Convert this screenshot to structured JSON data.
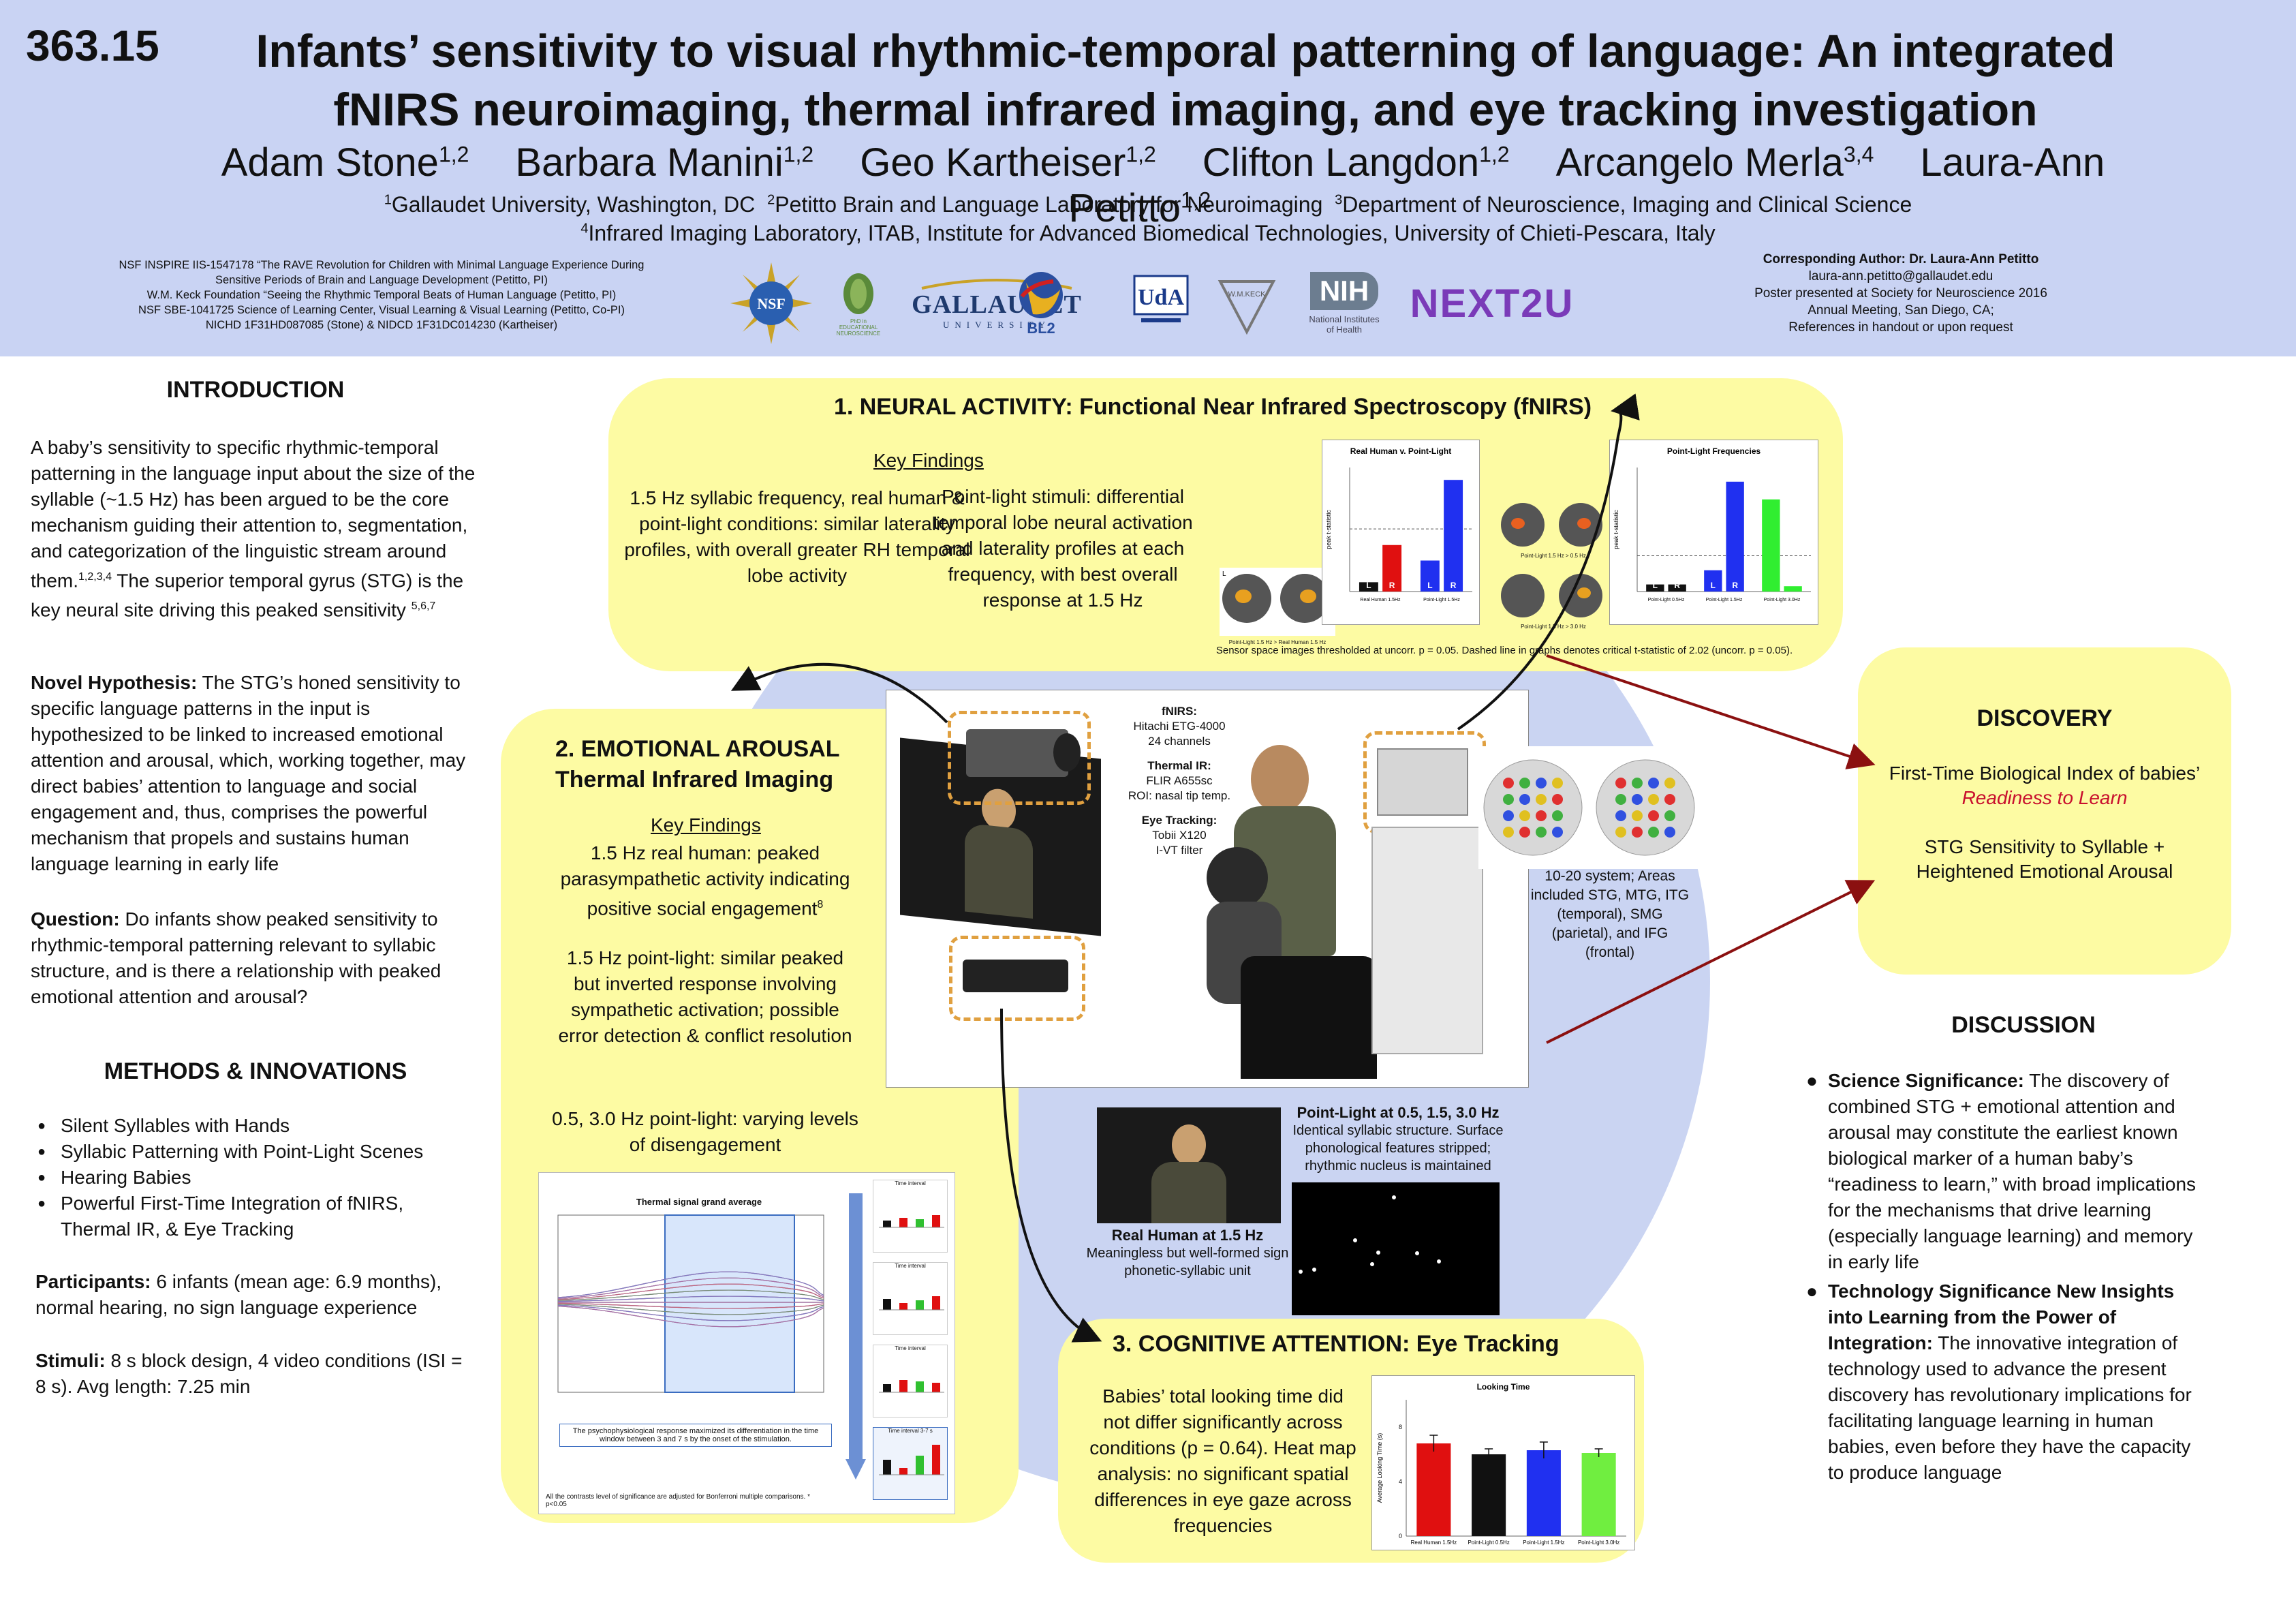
{
  "header": {
    "poster_number": "363.15",
    "title_line1": "Infants’ sensitivity to visual rhythmic-temporal patterning of language: An integrated",
    "title_line2": "fNIRS neuroimaging, thermal infrared imaging, and eye tracking investigation",
    "authors": [
      {
        "name": "Adam Stone",
        "sup": "1,2"
      },
      {
        "name": "Barbara Manini",
        "sup": "1,2"
      },
      {
        "name": "Geo Kartheiser",
        "sup": "1,2"
      },
      {
        "name": "Clifton Langdon",
        "sup": "1,2"
      },
      {
        "name": "Arcangelo Merla",
        "sup": "3,4"
      },
      {
        "name": "Laura-Ann Petitto",
        "sup": "1,2"
      }
    ],
    "affil_line1": [
      {
        "sup": "1",
        "text": "Gallaudet University, Washington, DC  "
      },
      {
        "sup": "2",
        "text": "Petitto Brain and Language Laboratory for Neuroimaging  "
      },
      {
        "sup": "3",
        "text": "Department of Neuroscience, Imaging and Clinical Science"
      }
    ],
    "affil_line2": {
      "sup": "4",
      "text": "Infrared Imaging Laboratory, ITAB, Institute for Advanced Biomedical Technologies, University of Chieti-Pescara, Italy"
    },
    "funding": [
      "NSF INSPIRE IIS-1547178 “The RAVE Revolution for Children with Minimal Language Experience During",
      "Sensitive Periods of Brain and Language Development (Petitto, PI)",
      "W.M. Keck Foundation “Seeing the Rhythmic Temporal Beats of Human Language (Petitto, PI)",
      "NSF SBE-1041725 Science of Learning Center, Visual Learning & Visual Learning (Petitto, Co-PI)",
      "NICHD 1F31HD087085 (Stone) & NIDCD 1F31DC014230 (Kartheiser)"
    ],
    "contact": {
      "title": "Corresponding Author: Dr. Laura-Ann Petitto",
      "lines": [
        "laura-ann.petitto@gallaudet.edu",
        "Poster presented at Society for Neuroscience 2016",
        "Annual Meeting, San Diego, CA;",
        "References in handout or upon request"
      ]
    },
    "logos": {
      "nsf": "NSF",
      "pen": "PhD in EDUCATIONAL NEUROSCIENCE",
      "gallaudet": "GALLAUDET",
      "gallaudet_sub": "UNIVERSITY",
      "bl2": "BL2",
      "uda": "UdA",
      "keck": "W.M.KECK",
      "nih": "NIH",
      "nih_sub1": "National Institutes",
      "nih_sub2": "of Health",
      "next2u": "NEXT2U"
    }
  },
  "intro": {
    "heading": "INTRODUCTION",
    "p1": "A baby’s sensitivity to specific rhythmic-temporal patterning in the language input about the size of the syllable (~1.5 Hz) has been argued to be the core mechanism guiding their attention to, segmentation, and categorization of the linguistic stream around them.",
    "p1_sup": "1,2,3,4",
    "p1b": " The superior temporal gyrus (STG) is the key neural site driving this peaked sensitivity ",
    "p1b_sup": "5,6,7",
    "hyp_label": "Novel Hypothesis:",
    "hyp_text": " The STG’s honed sensitivity to specific language patterns in the input is hypothesized to be linked to increased emotional attention and arousal, which, working together, may direct babies’ attention to language and social engagement and, thus, comprises the powerful mechanism that propels and sustains human language learning in early life",
    "q_label": "Question:",
    "q_text": " Do infants show peaked sensitivity to rhythmic-temporal patterning relevant to syllabic structure, and is there a relationship with peaked emotional attention and arousal?"
  },
  "methods": {
    "heading": "METHODS & INNOVATIONS",
    "bullets": [
      "Silent Syllables with Hands",
      "Syllabic Patterning with Point-Light Scenes",
      "Hearing Babies",
      "Powerful First-Time Integration of fNIRS, Thermal IR, & Eye Tracking"
    ],
    "part_label": "Participants:",
    "part_text": " 6 infants (mean age: 6.9 months), normal hearing, no sign language experience",
    "stim_label": "Stimuli:",
    "stim_text": " 8 s block design, 4 video conditions (ISI = 8 s). Avg length: 7.25 min"
  },
  "neural": {
    "heading": "1. NEURAL ACTIVITY: Functional Near Infrared Spectroscopy (fNIRS)",
    "key_findings": "Key Findings",
    "finding1": "1.5 Hz syllabic frequency, real human & point-light conditions: similar laterality profiles, with overall greater RH temporal lobe activity",
    "finding2": "Point-light stimuli: differential temporal lobe neural activation and laterality profiles at each frequency, with best overall response at 1.5 Hz",
    "caption": "Sensor space images thresholded at uncorr. p = 0.05. Dashed line in graphs denotes critical t-statistic of 2.02 (uncorr. p = 0.05).",
    "brain_left1": "Point-Light 1.5 Hz  >  Real Human 1.5 Hz",
    "brain_left2": "Point-Light 1.5 Hz  >  0.5 Hz",
    "brain_left3": "Point-Light 1.5 Hz  >  3.0 Hz"
  },
  "chart1": {
    "chart_data": {
      "type": "bar",
      "title": "Real Human v. Point-Light",
      "ylabel": "peak t-statistic",
      "categories": [
        "Real Human 1.5 Hz L",
        "Real Human 1.5 Hz R",
        "Point-Light 1.5 Hz L",
        "Point-Light 1.5 Hz R"
      ],
      "values": [
        0.3,
        1.5,
        1.0,
        3.6
      ],
      "colors": [
        "#111111",
        "#e01010",
        "#2030f0",
        "#2030f0"
      ],
      "bar_labels": [
        "L",
        "R",
        "L",
        "R"
      ],
      "xlabels": [
        "Real Human 1.5Hz",
        "Point-Light 1.5Hz"
      ],
      "ylim": [
        0,
        4
      ],
      "threshold": 2.02
    }
  },
  "chart2": {
    "chart_data": {
      "type": "bar",
      "title": "Point-Light Frequencies",
      "ylabel": "peak t-statistic",
      "categories": [
        "Point-Light 0.5Hz L",
        "Point-Light 0.5Hz R",
        "Point-Light 1.5Hz L",
        "Point-Light 1.5Hz R",
        "Point-Light 3.0Hz L",
        "Point-Light 3.0Hz R"
      ],
      "values": [
        0.4,
        0.4,
        1.2,
        6.2,
        5.2,
        0.3
      ],
      "colors": [
        "#111111",
        "#111111",
        "#2030f0",
        "#2030f0",
        "#30ee30",
        "#30ee30"
      ],
      "bar_labels": [
        "L",
        "R",
        "L",
        "R",
        "",
        ""
      ],
      "xlabels": [
        "Point-Light 0.5Hz",
        "Point-Light 1.5Hz",
        "Point-Light 3.0Hz"
      ],
      "ylim": [
        0,
        7
      ],
      "threshold": 2.02
    }
  },
  "emotional": {
    "heading1": "2. EMOTIONAL AROUSAL",
    "heading2": "Thermal Infrared Imaging",
    "key_findings": "Key Findings",
    "f1": "1.5 Hz real human: peaked parasympathetic activity indicating positive social engagement",
    "f1_sup": "8",
    "f2": "1.5 Hz point-light: similar peaked but inverted response involving sympathetic activation; possible error detection & conflict resolution",
    "f3": "0.5, 3.0 Hz point-light: varying levels of disengagement",
    "thermal_title": "Thermal signal grand average",
    "thermal_note": "The psychophysiological response maximized its differentiation in the time window between 3 and 7 s by the onset of the stimulation.",
    "thermal_foot": "All the contrasts level of significance are adjusted for Bonferroni multiple comparisons. * p<0.05",
    "time_interval": "Time interval",
    "time_window": "Time interval 3-7 s"
  },
  "setup": {
    "fnirs_h": "fNIRS:",
    "fnirs_1": "Hitachi ETG-4000",
    "fnirs_2": "24 channels",
    "tir_h": "Thermal IR:",
    "tir_1": "FLIR A655sc",
    "tir_2": "ROI: nasal tip temp.",
    "eye_h": "Eye Tracking:",
    "eye_1": "Tobii X120",
    "eye_2": "I-VT filter",
    "brain_note": "10-20 system; Areas included STG, MTG, ITG (temporal), SMG (parietal), and IFG (frontal)"
  },
  "stimuli": {
    "pl_h": "Point-Light at 0.5, 1.5, 3.0 Hz",
    "pl_t": "Identical syllabic structure. Surface phonological features stripped; rhythmic nucleus is maintained",
    "rh_h": "Real Human at 1.5 Hz",
    "rh_t": "Meaningless but well-formed sign phonetic-syllabic unit"
  },
  "cognitive": {
    "heading": "3. COGNITIVE ATTENTION: Eye Tracking",
    "text": "Babies’ total looking time did not differ significantly across conditions (p = 0.64). Heat map analysis: no significant spatial differences in eye gaze across frequencies"
  },
  "chart3": {
    "chart_data": {
      "type": "bar",
      "title": "Looking Time",
      "ylabel": "Average Looking Time (s)",
      "categories": [
        "Real Human 1.5Hz",
        "Point-Light 0.5Hz",
        "Point-Light 1.5Hz",
        "Point-Light 3.0Hz"
      ],
      "values": [
        6.8,
        6.0,
        6.3,
        6.1
      ],
      "errors": [
        0.6,
        0.4,
        0.6,
        0.3
      ],
      "colors": [
        "#e01010",
        "#111111",
        "#2030f0",
        "#70ee40"
      ],
      "ylim": [
        0,
        10
      ],
      "ytick_labels": [
        "0",
        "4",
        "8"
      ]
    }
  },
  "discovery": {
    "heading": "DISCOVERY",
    "line1": "First-Time Biological Index of babies’",
    "line2": "Readiness to Learn",
    "line3": "STG Sensitivity to Syllable +",
    "line4": "Heightened Emotional Arousal",
    "accent": "#c8102e"
  },
  "discussion": {
    "heading": "DISCUSSION",
    "b1_label": "Science Significance:",
    "b1_text": " The discovery of combined STG + emotional attention and arousal may constitute the earliest known biological marker of a human baby’s “readiness to learn,” with broad implications for the mechanisms that drive learning (especially language learning) and memory in early life",
    "b2_label": "Technology Significance New Insights into Learning from the Power of Integration:",
    "b2_text": " The innovative integration of technology used to advance the present discovery has revolutionary implications for facilitating language learning in human babies, even before they have the capacity to produce language"
  }
}
